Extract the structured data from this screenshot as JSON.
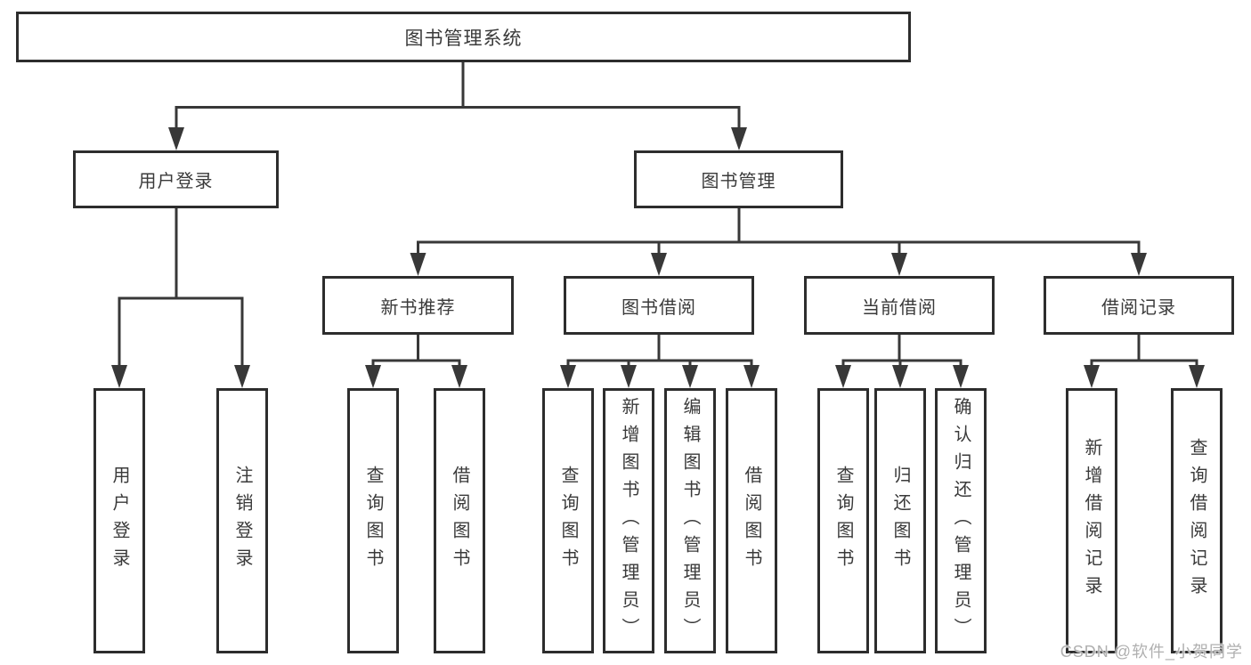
{
  "tree": {
    "root": "图书管理系统",
    "children": [
      {
        "label": "用户登录",
        "children": [
          "用户登录",
          "注销登录"
        ]
      },
      {
        "label": "图书管理",
        "children": [
          {
            "label": "新书推荐",
            "children": [
              "查询图书",
              "借阅图书"
            ]
          },
          {
            "label": "图书借阅",
            "children": [
              "查询图书",
              "新增图书（管理员）",
              "编辑图书（管理员）",
              "借阅图书"
            ]
          },
          {
            "label": "当前借阅",
            "children": [
              "查询图书",
              "归还图书",
              "确认归还（管理员）"
            ]
          },
          {
            "label": "借阅记录",
            "children": [
              "新增借阅记录",
              "查询借阅记录"
            ]
          }
        ]
      }
    ]
  },
  "colors": {
    "box_border": "#2d2d2d",
    "line": "#383838",
    "text": "#3a3a3a",
    "watermark": "#b0b0b0"
  },
  "watermark": "CSDN @软件_小贺同学"
}
